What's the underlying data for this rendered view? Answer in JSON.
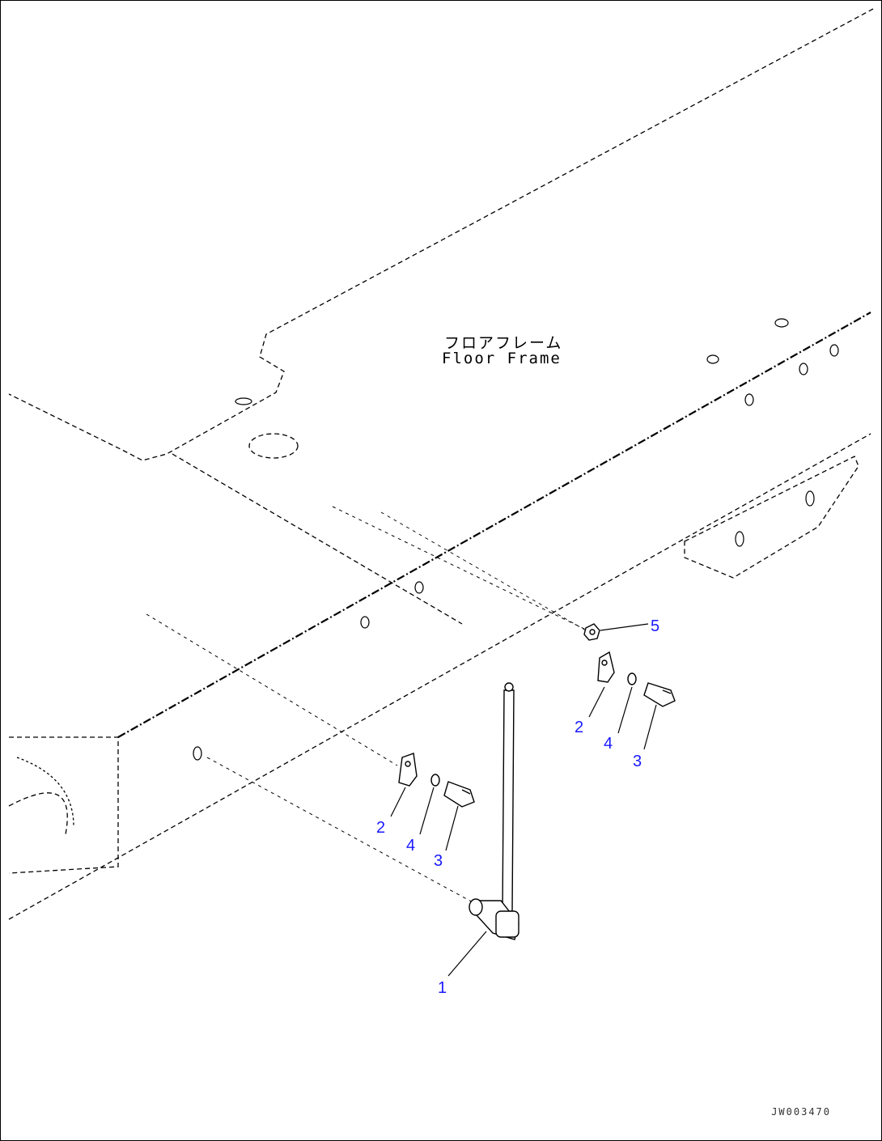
{
  "labels": {
    "part_name_jp": "フロアフレーム",
    "part_name_en": "Floor Frame",
    "drawing_code": "JW003470"
  },
  "callouts": [
    "1",
    "2",
    "3",
    "4",
    "5",
    "2",
    "4",
    "3"
  ],
  "colors": {
    "line": "#000000",
    "callout": "#1a1aff",
    "background": "#ffffff"
  }
}
